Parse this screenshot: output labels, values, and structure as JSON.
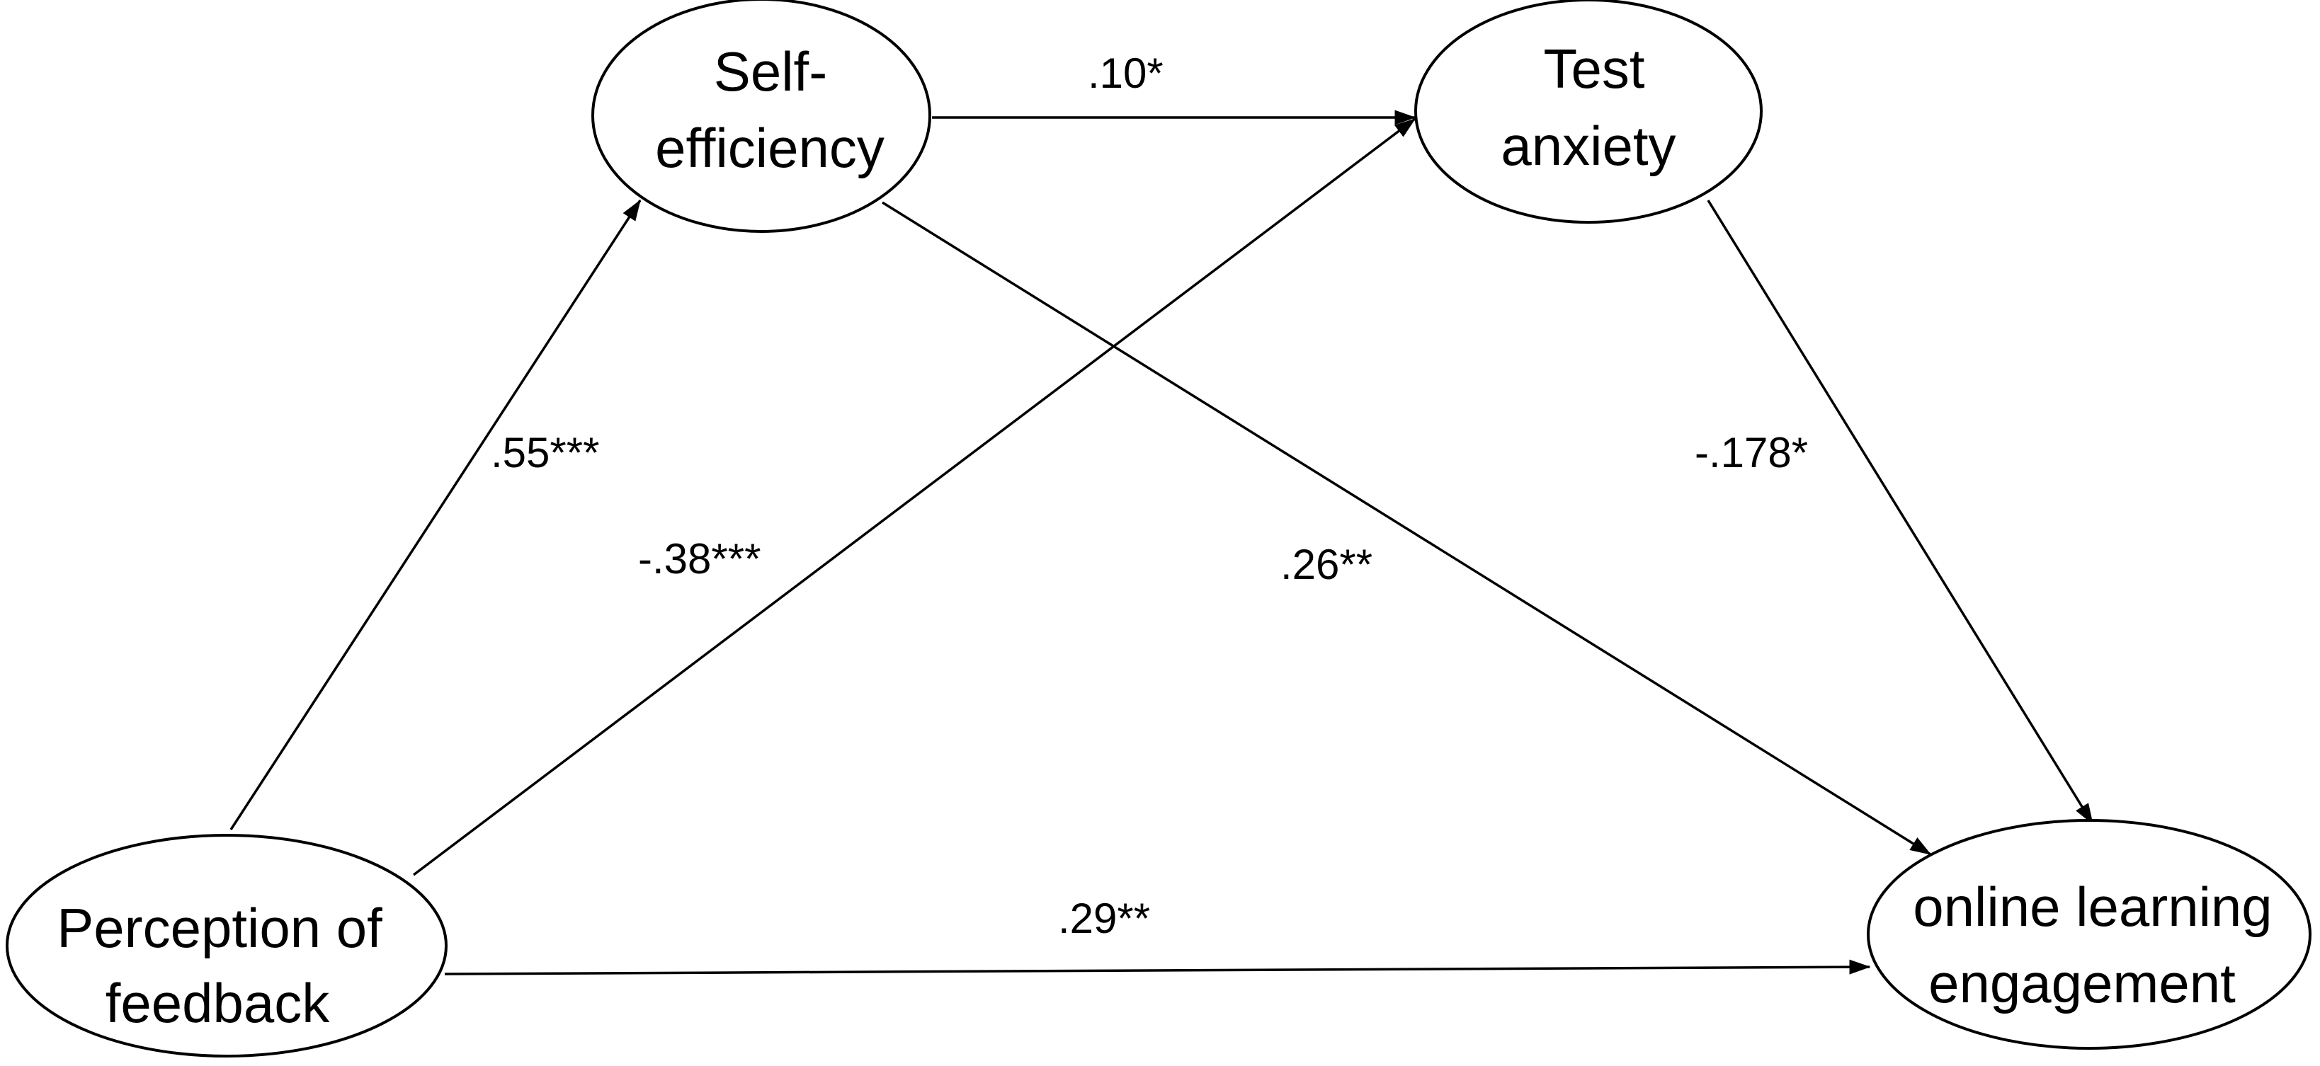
{
  "diagram": {
    "nodes": {
      "self_efficiency": {
        "line1": "Self-",
        "line2": "efficiency"
      },
      "test_anxiety": {
        "line1": "Test",
        "line2": "anxiety"
      },
      "perception_of_feedback": {
        "line1": "Perception of",
        "line2": "feedback"
      },
      "online_learning_engagement": {
        "line1": "online learning",
        "line2": "engagement"
      }
    },
    "edges": [
      {
        "from": "perception_of_feedback",
        "to": "self_efficiency",
        "label": ".55***"
      },
      {
        "from": "perception_of_feedback",
        "to": "test_anxiety",
        "label": "-.38***"
      },
      {
        "from": "perception_of_feedback",
        "to": "online_learning_engagement",
        "label": ".29**"
      },
      {
        "from": "self_efficiency",
        "to": "test_anxiety",
        "label": ".10*"
      },
      {
        "from": "self_efficiency",
        "to": "online_learning_engagement",
        "label": ".26**"
      },
      {
        "from": "test_anxiety",
        "to": "online_learning_engagement",
        "label": "-.178*"
      }
    ],
    "line_color": "#000000",
    "background_color": "#ffffff"
  }
}
